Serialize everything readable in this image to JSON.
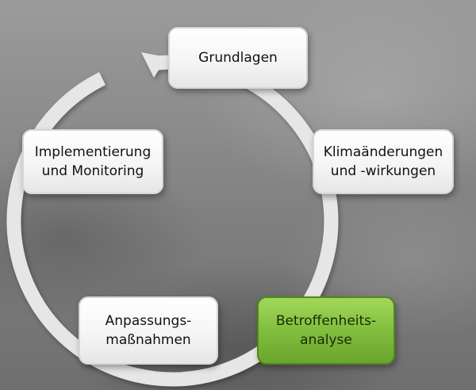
{
  "diagram": {
    "type": "cycle",
    "arrow_color": "#e6e6e6",
    "highlight_color": "#7dbb3c",
    "nodes": [
      {
        "lines": [
          "Grundlagen"
        ],
        "highlighted": false
      },
      {
        "lines": [
          "Klimaänderungen",
          "und -wirkungen"
        ],
        "highlighted": false
      },
      {
        "lines": [
          "Betroffenheits-",
          "analyse"
        ],
        "highlighted": true
      },
      {
        "lines": [
          "Anpassungs-",
          "maßnahmen"
        ],
        "highlighted": false
      },
      {
        "lines": [
          "Implementierung",
          "und Monitoring"
        ],
        "highlighted": false
      }
    ]
  }
}
